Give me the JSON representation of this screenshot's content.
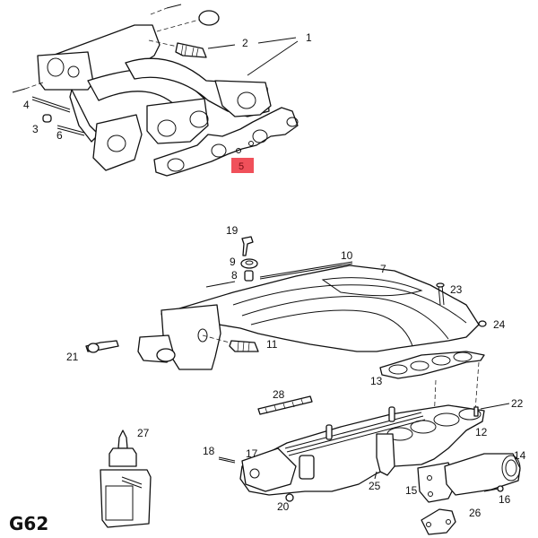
{
  "diagram": {
    "code": "G62",
    "highlighted_part": "5",
    "highlight_color": "#f0505a",
    "parts": [
      {
        "id": "1",
        "label": "1"
      },
      {
        "id": "2",
        "label": "2"
      },
      {
        "id": "3",
        "label": "3"
      },
      {
        "id": "4",
        "label": "4"
      },
      {
        "id": "5",
        "label": "5"
      },
      {
        "id": "6",
        "label": "6"
      },
      {
        "id": "7",
        "label": "7"
      },
      {
        "id": "8",
        "label": "8"
      },
      {
        "id": "9",
        "label": "9"
      },
      {
        "id": "10",
        "label": "10"
      },
      {
        "id": "11",
        "label": "11"
      },
      {
        "id": "12",
        "label": "12"
      },
      {
        "id": "13",
        "label": "13"
      },
      {
        "id": "14",
        "label": "14"
      },
      {
        "id": "15",
        "label": "15"
      },
      {
        "id": "16",
        "label": "16"
      },
      {
        "id": "17",
        "label": "17"
      },
      {
        "id": "18",
        "label": "18"
      },
      {
        "id": "19",
        "label": "19"
      },
      {
        "id": "20",
        "label": "20"
      },
      {
        "id": "21",
        "label": "21"
      },
      {
        "id": "22",
        "label": "22"
      },
      {
        "id": "23",
        "label": "23"
      },
      {
        "id": "24",
        "label": "24"
      },
      {
        "id": "25",
        "label": "25"
      },
      {
        "id": "26",
        "label": "26"
      },
      {
        "id": "27",
        "label": "27"
      },
      {
        "id": "28",
        "label": "28"
      }
    ]
  }
}
